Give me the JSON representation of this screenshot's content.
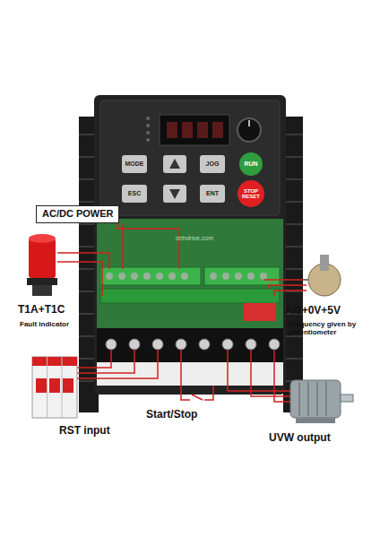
{
  "diagram": {
    "nodes": [
      {
        "text": [
          "AC/DC POWER"
        ]
      },
      {
        "text": [
          "MODE"
        ]
      },
      {
        "text": [
          "JOG"
        ]
      },
      {
        "text": [
          "RUN"
        ]
      },
      {
        "text": [
          "ESC"
        ]
      },
      {
        "text": [
          "ENT"
        ]
      },
      {
        "text": [
          "STOP RESET"
        ]
      }
    ],
    "labels": [
      "T1A+T1C",
      "Fault indicator",
      "AI1+0V+5V",
      "Frequency given by potentiometer",
      "Start/Stop",
      "RST input",
      "UVW output",
      "dnhdrive.com"
    ]
  }
}
